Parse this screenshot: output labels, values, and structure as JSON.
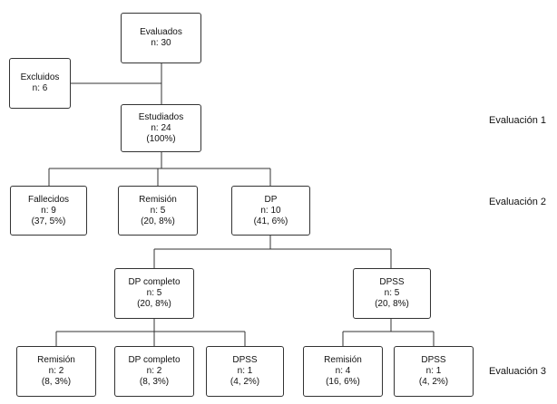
{
  "nodes": {
    "evaluados": {
      "title": "Evaluados",
      "n": "n: 30",
      "pct": ""
    },
    "excluidos": {
      "title": "Excluidos",
      "n": "n: 6",
      "pct": ""
    },
    "estudiados": {
      "title": "Estudiados",
      "n": "n: 24",
      "pct": "(100%)"
    },
    "fallecidos": {
      "title": "Fallecidos",
      "n": "n: 9",
      "pct": "(37, 5%)"
    },
    "remision1": {
      "title": "Remisión",
      "n": "n: 5",
      "pct": "(20, 8%)"
    },
    "dp": {
      "title": "DP",
      "n": "n: 10",
      "pct": "(41, 6%)"
    },
    "dpcompleto": {
      "title": "DP completo",
      "n": "n: 5",
      "pct": "(20, 8%)"
    },
    "dpss": {
      "title": "DPSS",
      "n": "n: 5",
      "pct": "(20, 8%)"
    },
    "remision2": {
      "title": "Remisión",
      "n": "n: 2",
      "pct": "(8, 3%)"
    },
    "dpcompleto2": {
      "title": "DP completo",
      "n": "n: 2",
      "pct": "(8, 3%)"
    },
    "dpss2": {
      "title": "DPSS",
      "n": "n: 1",
      "pct": "(4, 2%)"
    },
    "remision3": {
      "title": "Remisión",
      "n": "n: 4",
      "pct": "(16, 6%)"
    },
    "dpss3": {
      "title": "DPSS",
      "n": "n: 1",
      "pct": "(4, 2%)"
    }
  },
  "stages": {
    "eval1": "Evaluación 1",
    "eval2": "Evaluación 2",
    "eval3": "Evaluación 3"
  }
}
